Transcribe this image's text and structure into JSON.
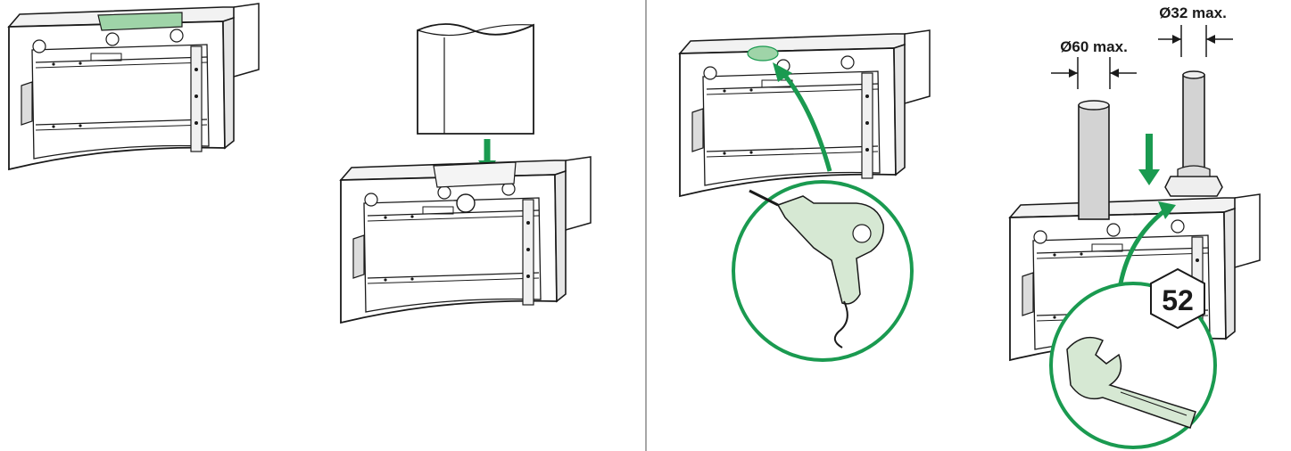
{
  "labels": {
    "dia60": "Ø60 max.",
    "dia32": "Ø32 max.",
    "wrench_size": "52"
  },
  "colors": {
    "accent_green": "#1a9a50",
    "highlight_fill": "#9fd4a8",
    "line": "#1a1a1a",
    "tool_fill": "#d6e8d3",
    "pipe_fill": "#d3d3d3"
  },
  "icons": {
    "drill": "drill-icon",
    "wrench": "wrench-icon",
    "arrow": "arrow-down-icon"
  }
}
